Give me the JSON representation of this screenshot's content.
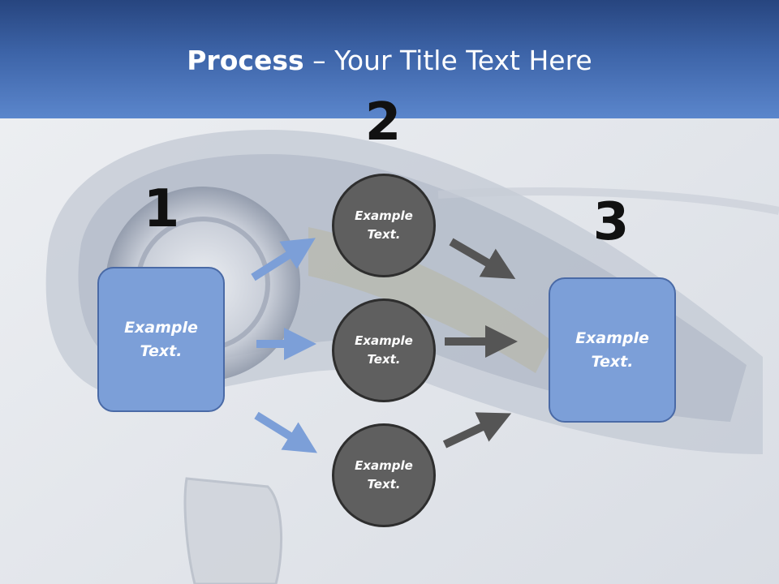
{
  "title": {
    "bold": "Process",
    "rest": " – Your Title Text Here"
  },
  "steps": {
    "one": "1",
    "two": "2",
    "three": "3"
  },
  "boxes": {
    "left": "Example\nText.",
    "right": "Example\nText."
  },
  "circles": {
    "top": "Example\nText.",
    "middle": "Example\nText.",
    "bottom": "Example\nText."
  },
  "colors": {
    "header": "#3d64a8",
    "box_fill": "#7c9fd8",
    "circle_fill": "#5f5f5f",
    "arrow_blue": "#7c9fd8",
    "arrow_gray": "#555555"
  }
}
